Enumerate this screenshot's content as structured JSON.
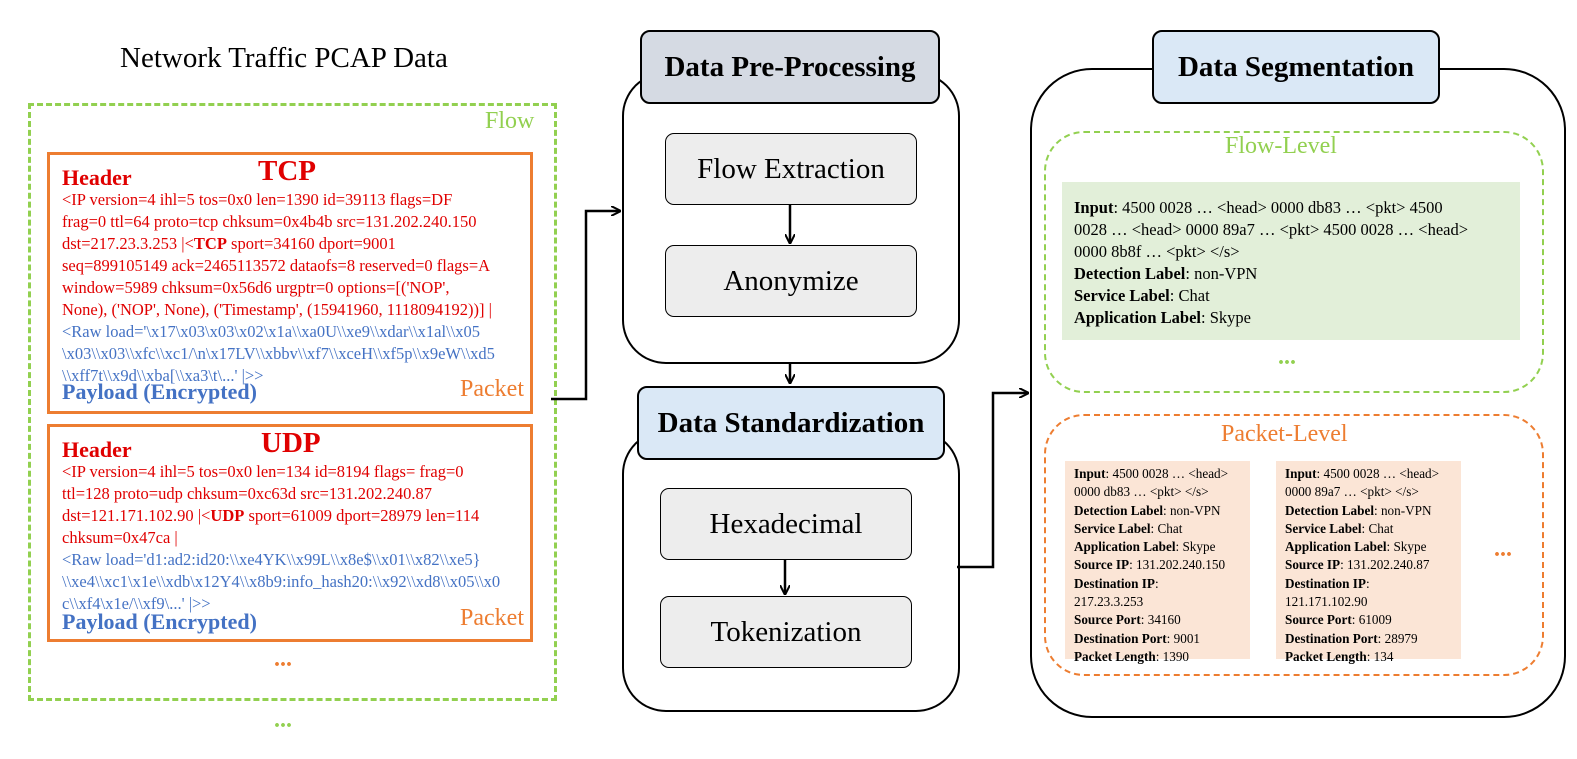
{
  "left_panel": {
    "title": "Network Traffic PCAP Data",
    "flow_label": "Flow",
    "tcp_packet": {
      "header_label": "Header",
      "protocol": "TCP",
      "header_lines_before": "<IP  version=4 ihl=5 tos=0x0 len=1390 id=39113 flags=DF",
      "header_line_2": "frag=0 ttl=64 proto=tcp chksum=0x4b4b src=131.202.240.150",
      "header_line_3_a": "dst=217.23.3.253 |<",
      "header_line_3_b": "TCP",
      "header_line_3_c": "  sport=34160 dport=9001",
      "header_line_4": "seq=899105149 ack=2465113572 dataofs=8 reserved=0 flags=A",
      "header_line_5": "window=5989 chksum=0x56d6 urgptr=0 options=[('NOP',",
      "header_line_6": "None), ('NOP', None), ('Timestamp', (15941960, 1118094192))] |",
      "payload_line_1": "<Raw  load='\\x17\\x03\\x03\\x02\\x1a\\\\xa0U\\\\xe9\\\\xdar\\\\x1al\\\\x05",
      "payload_line_2": "\\x03\\\\x03\\\\xfc\\\\xc1/\\n\\x17LV\\\\xbbv\\\\xf7\\\\xceH\\\\xf5p\\\\x9eW\\\\xd5",
      "payload_line_3": "\\\\xff7t\\\\x9d\\\\xba[\\\\xa3\\t\\...' |>>",
      "payload_label": "Payload (Encrypted)",
      "packet_label": "Packet"
    },
    "udp_packet": {
      "header_label": "Header",
      "protocol": "UDP",
      "header_line_1": "<IP  version=4 ihl=5 tos=0x0 len=134 id=8194 flags= frag=0",
      "header_line_2": "ttl=128 proto=udp chksum=0xc63d src=131.202.240.87",
      "header_line_3_a": "dst=121.171.102.90 |<",
      "header_line_3_b": "UDP",
      "header_line_3_c": "  sport=61009 dport=28979 len=114",
      "header_line_4": "chksum=0x47ca |",
      "payload_line_1": "<Raw  load='d1:ad2:id20:\\\\xe4YK\\\\x99L\\\\x8e$\\\\x01\\\\x82\\\\xe5}",
      "payload_line_2": "\\\\xe4\\\\xc1\\x1e\\\\xdb\\x12Y4\\\\x8b9:info_hash20:\\\\x92\\\\xd8\\\\x05\\\\x0",
      "payload_line_3": "c\\\\xf4\\x1e/\\\\xf9\\...' |>>",
      "payload_label": "Payload (Encrypted)",
      "packet_label": "Packet"
    },
    "more_packets": "...",
    "more_flows": "..."
  },
  "preprocessing": {
    "title": "Data Pre-Processing",
    "steps": [
      "Flow Extraction",
      "Anonymize"
    ]
  },
  "standardization": {
    "title": "Data Standardization",
    "steps": [
      "Hexadecimal",
      "Tokenization"
    ]
  },
  "segmentation": {
    "title": "Data Segmentation",
    "flow_level": {
      "label": "Flow-Level",
      "input_key": "Input",
      "input_line_1": ": 4500 0028 … <head> 0000 db83 … <pkt> 4500",
      "input_line_2": "0028 … <head> 0000 89a7 … <pkt> 4500 0028 … <head>",
      "input_line_3": "0000 8b8f … <pkt> </s>",
      "detection_key": "Detection Label",
      "detection_value": ": non-VPN",
      "service_key": "Service Label",
      "service_value": ": Chat",
      "application_key": "Application Label",
      "application_value": ": Skype",
      "more": "..."
    },
    "packet_level": {
      "label": "Packet-Level",
      "more": "...",
      "samples": [
        {
          "input_line_1": ": 4500 0028 … <head>",
          "input_line_2": "0000 db83 … <pkt> </s>",
          "detection": ": non-VPN",
          "service": ": Chat",
          "application": ": Skype",
          "source_ip": ": 131.202.240.150",
          "destination_ip_line_1": ":",
          "destination_ip_line_2": "217.23.3.253",
          "source_port": ": 34160",
          "destination_port": ": 9001",
          "packet_length": ": 1390"
        },
        {
          "input_line_1": ": 4500 0028 … <head>",
          "input_line_2": "0000 89a7 … <pkt> </s>",
          "detection": ": non-VPN",
          "service": ": Chat",
          "application": ": Skype",
          "source_ip": ": 131.202.240.87",
          "destination_ip_line_1": ":",
          "destination_ip_line_2": "121.171.102.90",
          "source_port": ": 61009",
          "destination_port": ": 28979",
          "packet_length": ": 134"
        }
      ],
      "keys": {
        "input": "Input",
        "detection": "Detection Label",
        "service": "Service Label",
        "application": "Application Label",
        "source_ip": "Source IP",
        "destination_ip": "Destination IP",
        "source_port": "Source Port",
        "destination_port": "Destination Port",
        "packet_length": "Packet Length"
      }
    }
  },
  "colors": {
    "flow_green": "#92d050",
    "packet_orange": "#ed7d31",
    "header_red": "#e00000",
    "payload_blue": "#4472c4",
    "flow_sample_bg": "#e2efd9",
    "packet_sample_bg": "#fbe5d6",
    "preprocess_title_bg": "#d5dae3",
    "standard_title_bg": "#dae8f6"
  }
}
